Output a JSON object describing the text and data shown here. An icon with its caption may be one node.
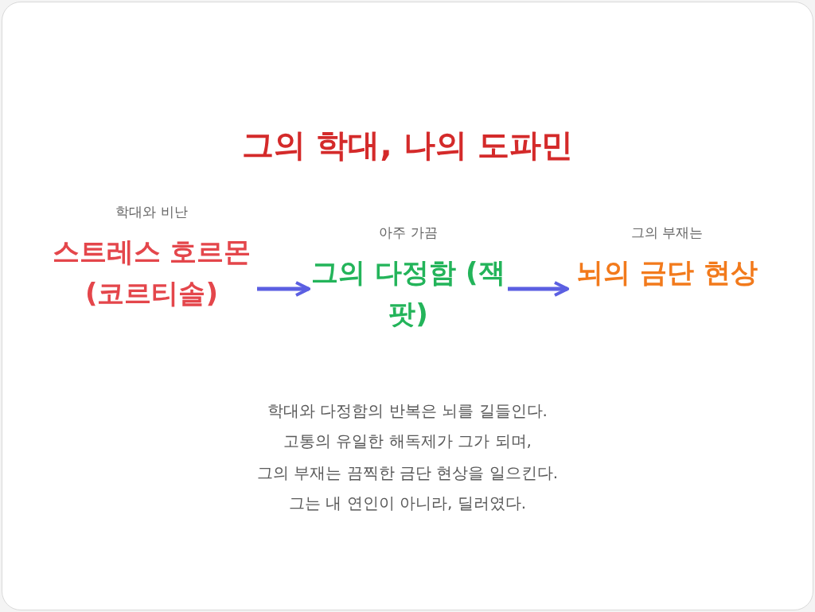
{
  "diagram": {
    "title": "그의 학대, 나의 도파민",
    "nodes": [
      {
        "text": [
          "학대와 비난",
          "스트레스 호르몬 (코르티솔)"
        ]
      },
      {
        "text": [
          "아주 가끔",
          "그의 다정함 (잭팟)"
        ]
      },
      {
        "text": [
          "그의 부재는",
          "뇌의 금단 현상"
        ]
      }
    ],
    "edges": [
      {
        "from": 0,
        "to": 1,
        "arrow": "to"
      },
      {
        "from": 1,
        "to": 2,
        "arrow": "to"
      }
    ],
    "labels": [
      "학대와 다정함의 반복은 뇌를 길들인다.",
      "고통의 유일한 해독제가 그가 되며,",
      "그의 부재는 끔찍한 금단 현상을 일으킨다.",
      "그는 내 연인이 아니라, 딜러였다."
    ]
  }
}
